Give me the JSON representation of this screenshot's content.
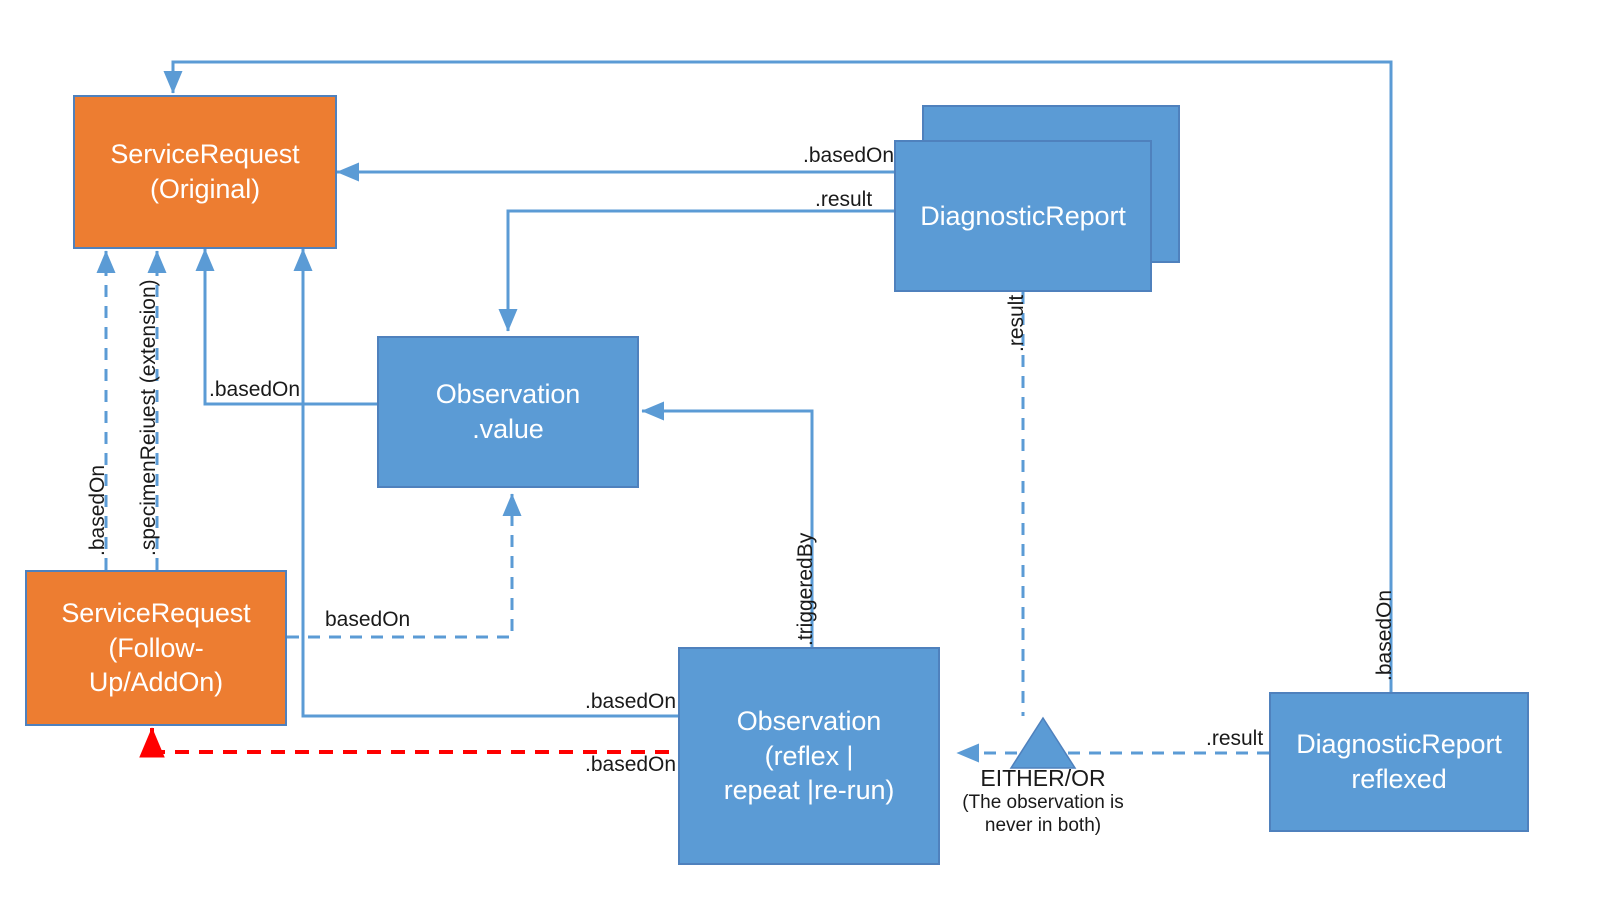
{
  "diagram": {
    "title": "FHIR ServiceRequest / Observation / DiagnosticReport relationships",
    "colors": {
      "orange_fill": "#ED7D31",
      "blue_fill": "#5B9BD5",
      "border_blue": "#4F81BD",
      "connector_blue": "#5B9BD5",
      "connector_red": "#FF0000",
      "text_on_fill": "#FFFFFF",
      "label_text": "#1A1A1A",
      "background": "#FFFFFF"
    },
    "nodes": [
      {
        "id": "service_request_original",
        "label": "ServiceRequest\n(Original)",
        "line1": "ServiceRequest",
        "line2": "(Original)",
        "fill": "orange"
      },
      {
        "id": "service_request_followup",
        "label": "ServiceRequest\n(Follow-Up/AddOn)",
        "line1": "ServiceRequest",
        "line2": "(Follow-",
        "line3": "Up/AddOn)",
        "fill": "orange"
      },
      {
        "id": "observation_value",
        "label": "Observation\n.value",
        "line1": "Observation",
        "line2": ".value",
        "fill": "blue"
      },
      {
        "id": "observation_reflex",
        "label": "Observation\n(reflex | repeat |re-run)",
        "line1": "Observation",
        "line2": "(reflex |",
        "line3": "repeat |re-run)",
        "fill": "blue"
      },
      {
        "id": "diagnostic_report",
        "label": "DiagnosticReport",
        "line1": "DiagnosticReport",
        "fill": "blue",
        "stacked": true
      },
      {
        "id": "diagnostic_report_reflexed",
        "label": "DiagnosticReport\nreflexed",
        "line1": "DiagnosticReport",
        "line2": "reflexed",
        "fill": "blue"
      }
    ],
    "edge_labels": [
      {
        "id": "dr-basedon",
        "text": ".basedOn",
        "orientation": "horizontal"
      },
      {
        "id": "dr-result",
        "text": ".result",
        "orientation": "horizontal"
      },
      {
        "id": "obs-value-basedon",
        "text": ".basedOn",
        "orientation": "horizontal"
      },
      {
        "id": "followup-basedon",
        "text": "basedOn",
        "orientation": "horizontal"
      },
      {
        "id": "reflex-basedon",
        "text": ".basedOn",
        "orientation": "horizontal"
      },
      {
        "id": "reflex-basedon-red",
        "text": ".basedOn",
        "orientation": "horizontal"
      },
      {
        "id": "reflexed-result",
        "text": ".result",
        "orientation": "horizontal"
      },
      {
        "id": "sr-basedon-vert",
        "text": ".basedOn",
        "orientation": "vertical"
      },
      {
        "id": "sr-specimen-vert",
        "text": ".specimenReiuest (extension)",
        "orientation": "vertical"
      },
      {
        "id": "triggeredby-vert",
        "text": ".triggeredBy",
        "orientation": "vertical"
      },
      {
        "id": "dr-result-vert",
        "text": ".result",
        "orientation": "vertical"
      },
      {
        "id": "reflexed-basedon-vert",
        "text": ".basedOn",
        "orientation": "vertical"
      }
    ],
    "caption": {
      "id": "either-or-caption",
      "line1": "EITHER/OR",
      "line2": "(The observation is",
      "line3": "never in both)"
    }
  }
}
